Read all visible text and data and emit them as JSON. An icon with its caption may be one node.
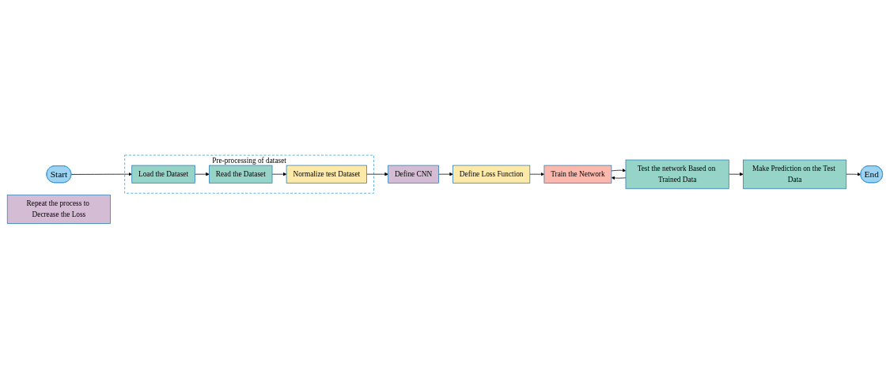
{
  "diagram": {
    "nodes": [
      {
        "text": [
          "Start"
        ]
      },
      {
        "text": [
          "Pre-processing of dataset"
        ]
      },
      {
        "text": [
          "Load the Dataset"
        ],
        "in": 1
      },
      {
        "text": [
          "Read the Dataset"
        ],
        "in": 1
      },
      {
        "text": [
          "Normalize test Dataset"
        ],
        "in": 1
      },
      {
        "text": [
          "Define CNN"
        ]
      },
      {
        "text": [
          "Define Loss Function"
        ]
      },
      {
        "text": [
          "Train the Network"
        ]
      },
      {
        "text": [
          "Repeat the process to Decrease the Loss"
        ]
      },
      {
        "text": [
          "Test the network Based on Trained Data"
        ]
      },
      {
        "text": [
          "Make Prediction on the Test Data"
        ]
      },
      {
        "text": [
          "End"
        ]
      }
    ],
    "edges": [
      {
        "from": 0,
        "to": 2,
        "arrow": "to"
      },
      {
        "from": 2,
        "to": 3,
        "arrow": "to"
      },
      {
        "from": 3,
        "to": 4,
        "arrow": "to"
      },
      {
        "from": 4,
        "to": 5,
        "arrow": "to"
      },
      {
        "from": 5,
        "to": 6,
        "arrow": "to"
      },
      {
        "from": 6,
        "to": 7,
        "arrow": "to"
      },
      {
        "from": 7,
        "to": 9,
        "arrow": "to"
      },
      {
        "from": 9,
        "to": 7,
        "arrow": "to"
      },
      {
        "from": 9,
        "to": 10,
        "arrow": "to"
      },
      {
        "from": 10,
        "to": 11,
        "arrow": "to"
      }
    ]
  }
}
